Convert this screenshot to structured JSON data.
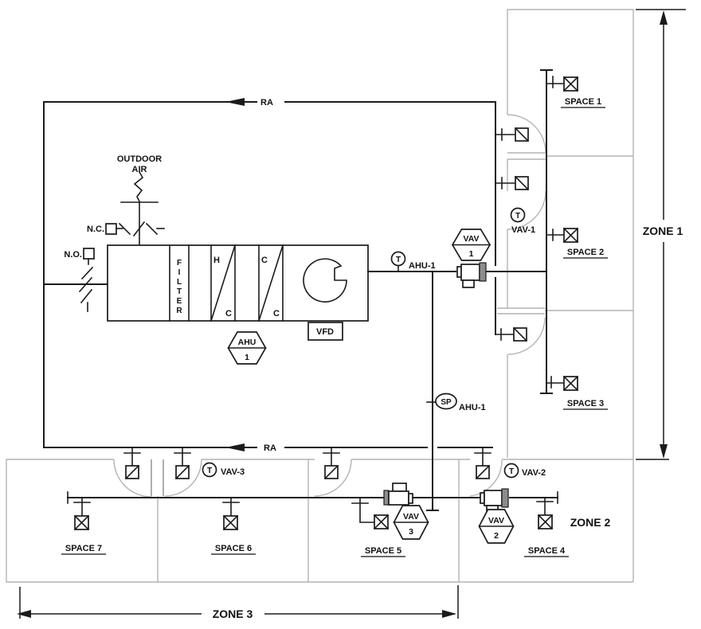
{
  "diagram_type": "hvac-ahu-vav-zoning-schematic",
  "colors": {
    "line": "#1b1b1b",
    "wall": "#b4b4b4",
    "actuator_fill": "#8c8c8c",
    "background": "#ffffff"
  },
  "labels": {
    "ra_top": "RA",
    "ra_bottom": "RA",
    "outdoor_line1": "OUTDOOR",
    "outdoor_line2": "AIR",
    "nc": "N.C.",
    "no": "N.O.",
    "filter_letters": [
      "F",
      "I",
      "L",
      "T",
      "E",
      "R"
    ],
    "heating_coil": {
      "top": "H",
      "bottom": "C"
    },
    "cooling_coil": {
      "top": "C",
      "bottom": "C"
    },
    "vfd": "VFD",
    "t": "T",
    "sp": "SP"
  },
  "equipment_tags": {
    "ahu1": {
      "line1": "AHU",
      "line2": "1"
    },
    "vav1": {
      "line1": "VAV",
      "line2": "1"
    },
    "vav2": {
      "line1": "VAV",
      "line2": "2"
    },
    "vav3": {
      "line1": "VAV",
      "line2": "3"
    }
  },
  "sensors": {
    "t_ahu1": "AHU-1",
    "sp_ahu1": "AHU-1",
    "t_vav1": "VAV-1",
    "t_vav2": "VAV-2",
    "t_vav3": "VAV-3"
  },
  "spaces": [
    "SPACE 1",
    "SPACE 2",
    "SPACE 3",
    "SPACE 4",
    "SPACE 5",
    "SPACE 6",
    "SPACE 7"
  ],
  "zones": {
    "zone1": "ZONE 1",
    "zone2": "ZONE 2",
    "zone3": "ZONE 3"
  }
}
